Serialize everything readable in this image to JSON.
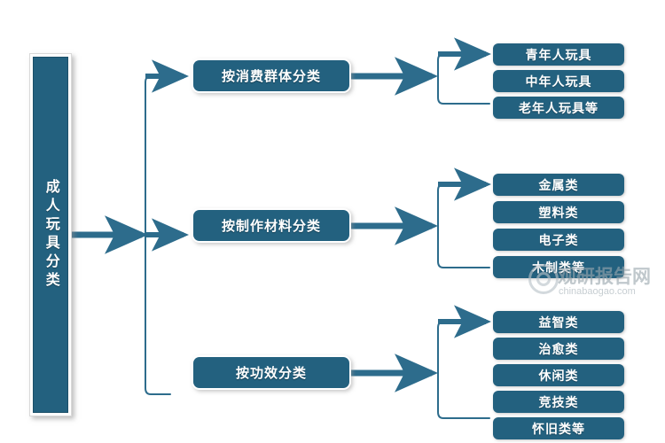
{
  "diagram": {
    "title": "成人玩具分类",
    "colors": {
      "node_fill": "#23617f",
      "node_border": "#1b4f68",
      "connector": "#2d6c8c",
      "text": "#ffffff",
      "background": "#ffffff",
      "watermark": "#9aa7ae"
    },
    "root": {
      "label": "成人玩具分类",
      "orientation": "vertical"
    },
    "branches": [
      {
        "label": "按消费群体分类",
        "children": [
          {
            "label": "青年人玩具"
          },
          {
            "label": "中年人玩具"
          },
          {
            "label": "老年人玩具等"
          }
        ]
      },
      {
        "label": "按制作材料分类",
        "children": [
          {
            "label": "金属类"
          },
          {
            "label": "塑料类"
          },
          {
            "label": "电子类"
          },
          {
            "label": "木制类等"
          }
        ]
      },
      {
        "label": "按功效分类",
        "children": [
          {
            "label": "益智类"
          },
          {
            "label": "治愈类"
          },
          {
            "label": "休闲类"
          },
          {
            "label": "竞技类"
          },
          {
            "label": "怀旧类等"
          }
        ]
      }
    ]
  },
  "watermark": {
    "name_cn": "观研报告网",
    "domain": "chinabaogao.com",
    "logo_icon": "concentric-ring-icon"
  }
}
